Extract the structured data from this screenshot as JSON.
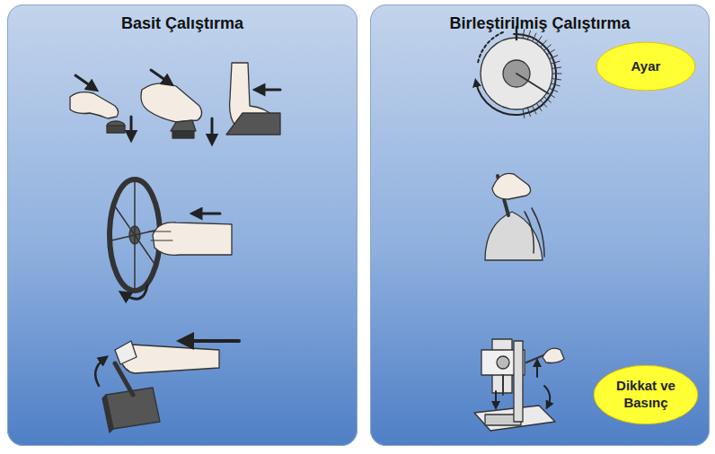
{
  "diagram": {
    "nodes": [
      {
        "text": [
          "Basit Çalıştırma"
        ]
      },
      {
        "text": [
          "Birleştirilmiş Çalıştırma"
        ]
      },
      {
        "text": [
          "Ayar"
        ],
        "in": 1
      },
      {
        "text": [
          "Dikkat ve Basınç"
        ],
        "in": 1
      }
    ]
  }
}
